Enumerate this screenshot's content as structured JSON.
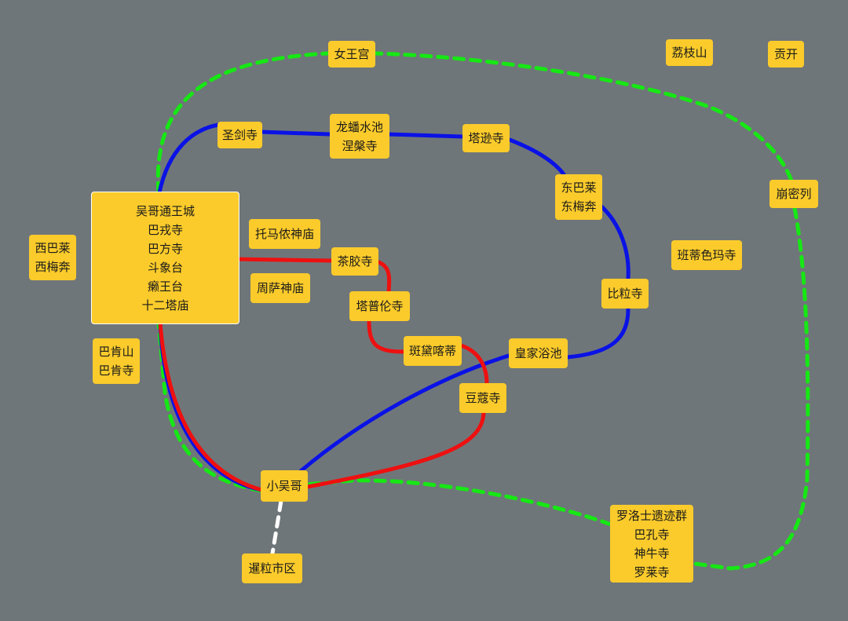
{
  "colors": {
    "background": "#6f7679",
    "node_fill": "#fbcb2b",
    "route_blue": "#0a12e6",
    "route_red": "#ee1010",
    "route_green": "#16e814",
    "route_white": "#ffffff"
  },
  "nodes": [
    {
      "id": "nvwang",
      "lines": [
        "女王宫"
      ]
    },
    {
      "id": "lizhi",
      "lines": [
        "荔枝山"
      ]
    },
    {
      "id": "gongkai",
      "lines": [
        "贡开"
      ]
    },
    {
      "id": "shengjian",
      "lines": [
        "圣剑寺"
      ]
    },
    {
      "id": "longpan",
      "lines": [
        "龙蟠水池",
        "涅槃寺"
      ]
    },
    {
      "id": "taxun",
      "lines": [
        "塔逊寺"
      ]
    },
    {
      "id": "dongbalai",
      "lines": [
        "东巴莱",
        "东梅奔"
      ]
    },
    {
      "id": "bengmie",
      "lines": [
        "崩密列"
      ]
    },
    {
      "id": "wuge",
      "lines": [
        "吴哥通王城",
        "巴戎寺",
        "巴方寺",
        "斗象台",
        "癞王台",
        "十二塔庙"
      ]
    },
    {
      "id": "tuoma",
      "lines": [
        "托马侬神庙"
      ]
    },
    {
      "id": "xibalai",
      "lines": [
        "西巴莱",
        "西梅奔"
      ]
    },
    {
      "id": "chajiao",
      "lines": [
        "茶胶寺"
      ]
    },
    {
      "id": "zhousa",
      "lines": [
        "周萨神庙"
      ]
    },
    {
      "id": "tapulun",
      "lines": [
        "塔普伦寺"
      ]
    },
    {
      "id": "bandise",
      "lines": [
        "班蒂色玛寺"
      ]
    },
    {
      "id": "bili",
      "lines": [
        "比粒寺"
      ]
    },
    {
      "id": "bakenshan",
      "lines": [
        "巴肯山",
        "巴肯寺"
      ]
    },
    {
      "id": "bandai",
      "lines": [
        "斑黛喀蒂"
      ]
    },
    {
      "id": "huangjia",
      "lines": [
        "皇家浴池"
      ]
    },
    {
      "id": "doukou",
      "lines": [
        "豆蔻寺"
      ]
    },
    {
      "id": "xiaowu",
      "lines": [
        "小吴哥"
      ]
    },
    {
      "id": "luoluo",
      "lines": [
        "罗洛士遗迹群",
        "巴孔寺",
        "神牛寺",
        "罗莱寺"
      ]
    },
    {
      "id": "xianli",
      "lines": [
        "暹粒市区"
      ]
    }
  ]
}
